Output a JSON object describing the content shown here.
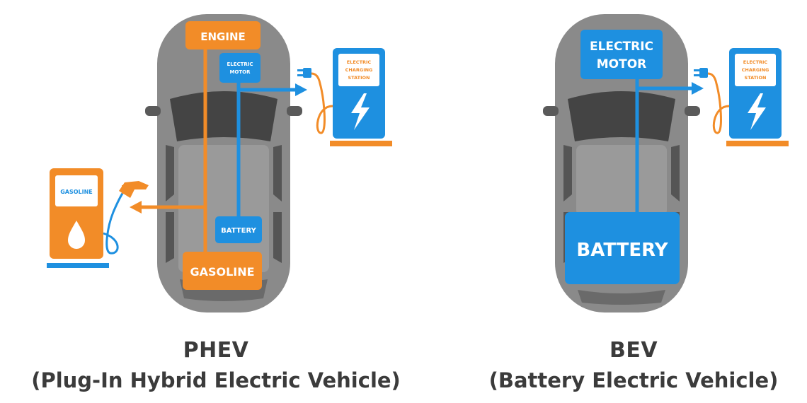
{
  "colors": {
    "orange": "#f28c28",
    "blue": "#1e90e0",
    "car_body": "#8a8a8a",
    "car_dark": "#4a4a4a",
    "text": "#3b3b3b"
  },
  "phev": {
    "engine_label": "ENGINE",
    "motor_label_line1": "ELECTRIC",
    "motor_label_line2": "MOTOR",
    "battery_label": "BATTERY",
    "gasoline_tank_label": "GASOLINE",
    "gas_pump_label": "GASOLINE",
    "station_line1": "ELECTRIC",
    "station_line2": "CHARGING",
    "station_line3": "STATION",
    "caption_title": "PHEV",
    "caption_sub": "(Plug-In Hybrid Electric Vehicle)"
  },
  "bev": {
    "motor_label_line1": "ELECTRIC",
    "motor_label_line2": "MOTOR",
    "battery_label": "BATTERY",
    "station_line1": "ELECTRIC",
    "station_line2": "CHARGING",
    "station_line3": "STATION",
    "caption_title": "BEV",
    "caption_sub": "(Battery Electric Vehicle)"
  },
  "icons": [
    "lightning-icon",
    "fuel-drop-icon",
    "plug-icon",
    "fuel-nozzle-icon"
  ]
}
